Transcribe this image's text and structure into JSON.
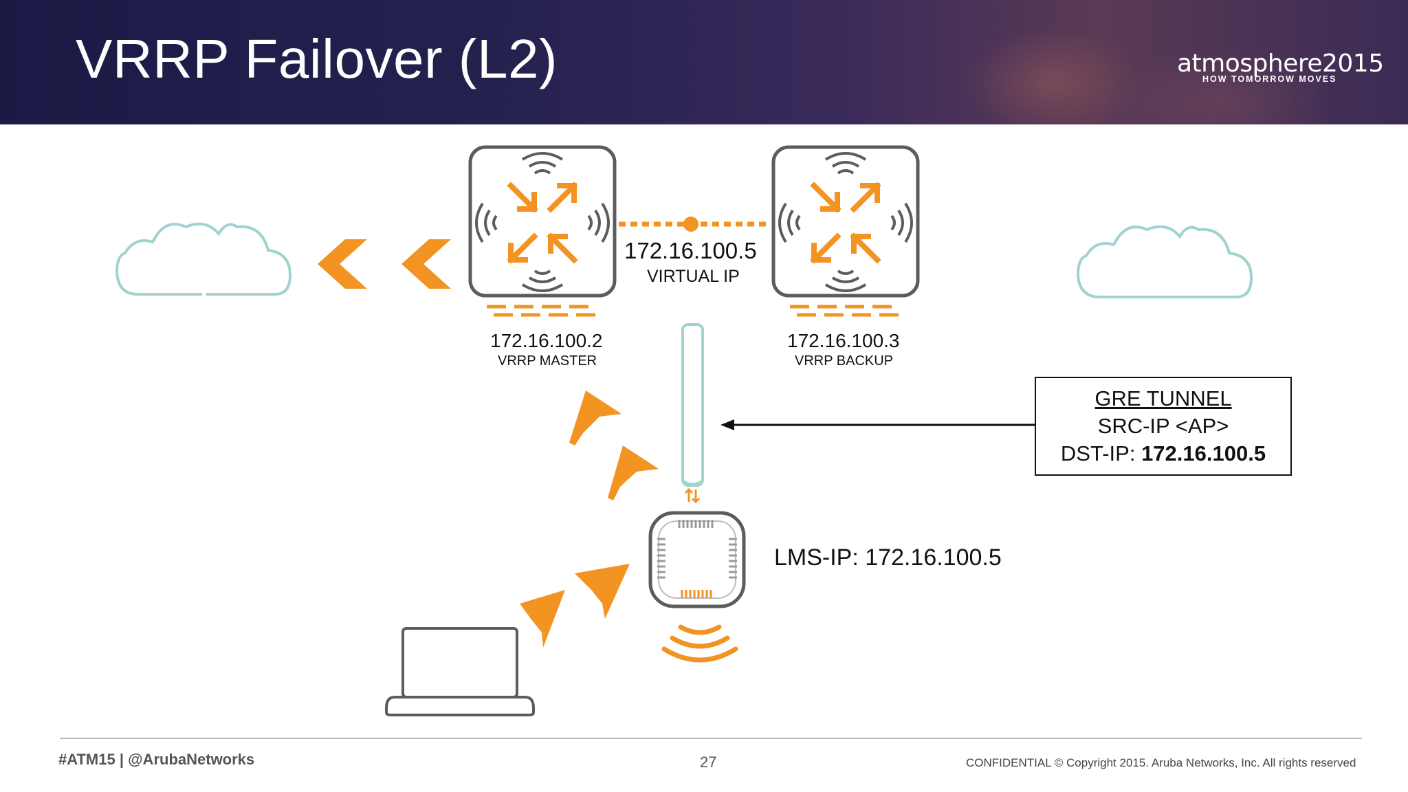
{
  "slide": {
    "title": "VRRP Failover (L2)",
    "brand_name": "atmosphere",
    "brand_year": "2015",
    "brand_tagline": "HOW TOMORROW MOVES",
    "page_number": "27"
  },
  "diagram": {
    "virtual_ip": "172.16.100.5",
    "virtual_ip_caption": "VIRTUAL IP",
    "master_ip": "172.16.100.2",
    "master_role": "VRRP MASTER",
    "backup_ip": "172.16.100.3",
    "backup_role": "VRRP BACKUP",
    "lms_ip": "LMS-IP: 172.16.100.5",
    "gre": {
      "title": "GRE TUNNEL",
      "src": "SRC-IP <AP>",
      "dst_label": "DST-IP: ",
      "dst_value": "172.16.100.5"
    }
  },
  "footer": {
    "hashtag": "#ATM15 | @ArubaNetworks",
    "copyright": "CONFIDENTIAL © Copyright 2015. Aruba Networks, Inc. All rights reserved"
  },
  "colors": {
    "accent_orange": "#f39322",
    "tunnel_teal": "#9ed3cf",
    "device_gray": "#5c5c5c",
    "header_navy": "#1b1a45"
  }
}
